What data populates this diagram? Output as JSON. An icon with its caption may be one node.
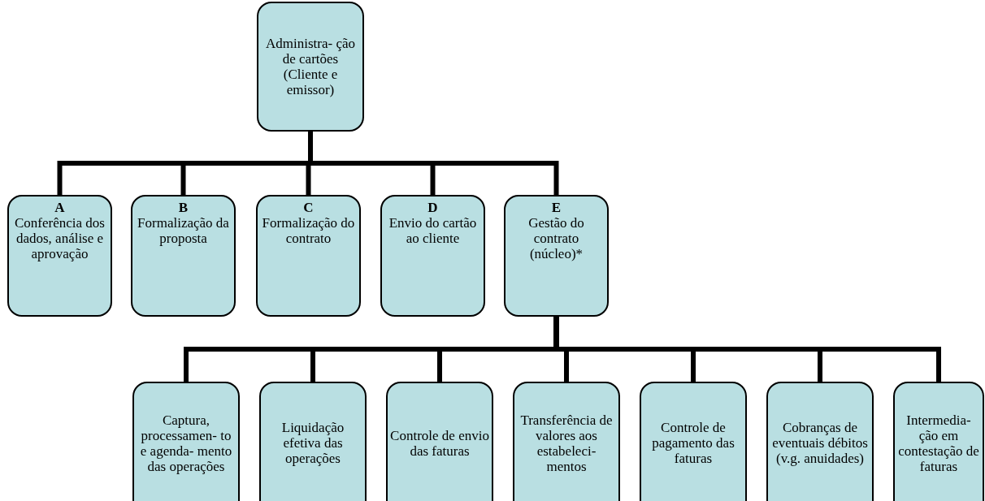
{
  "diagram": {
    "nodes": [
      {
        "text": [
          "Administra- ção de cartões (Cliente e emissor)"
        ]
      },
      {
        "text": [
          "A",
          "Conferência dos dados, análise e aprovação"
        ]
      },
      {
        "text": [
          "B",
          "Formalização da proposta"
        ]
      },
      {
        "text": [
          "C",
          "Formalização do contrato"
        ]
      },
      {
        "text": [
          "D",
          "Envio do cartão ao cliente"
        ]
      },
      {
        "text": [
          "E",
          "Gestão do contrato (núcleo)*"
        ]
      },
      {
        "text": [
          "Captura, processamen- to e agenda- mento das operações"
        ]
      },
      {
        "text": [
          "Liquidação efetiva das operações"
        ]
      },
      {
        "text": [
          "Controle de envio das faturas"
        ]
      },
      {
        "text": [
          "Transferência de valores aos estabeleci- mentos"
        ]
      },
      {
        "text": [
          "Controle de pagamento das faturas"
        ]
      },
      {
        "text": [
          "Cobranças de eventuais débitos (v.g. anuidades)"
        ]
      },
      {
        "text": [
          "Intermedia- ção em contestação de faturas"
        ]
      }
    ],
    "edges": [
      {
        "from": 0,
        "to": 1,
        "arrow": "none"
      },
      {
        "from": 0,
        "to": 2,
        "arrow": "none"
      },
      {
        "from": 0,
        "to": 3,
        "arrow": "none"
      },
      {
        "from": 0,
        "to": 4,
        "arrow": "none"
      },
      {
        "from": 0,
        "to": 5,
        "arrow": "none"
      },
      {
        "from": 5,
        "to": 6,
        "arrow": "none"
      },
      {
        "from": 5,
        "to": 7,
        "arrow": "none"
      },
      {
        "from": 5,
        "to": 8,
        "arrow": "none"
      },
      {
        "from": 5,
        "to": 9,
        "arrow": "none"
      },
      {
        "from": 5,
        "to": 10,
        "arrow": "none"
      },
      {
        "from": 5,
        "to": 11,
        "arrow": "none"
      },
      {
        "from": 5,
        "to": 12,
        "arrow": "none"
      }
    ]
  }
}
